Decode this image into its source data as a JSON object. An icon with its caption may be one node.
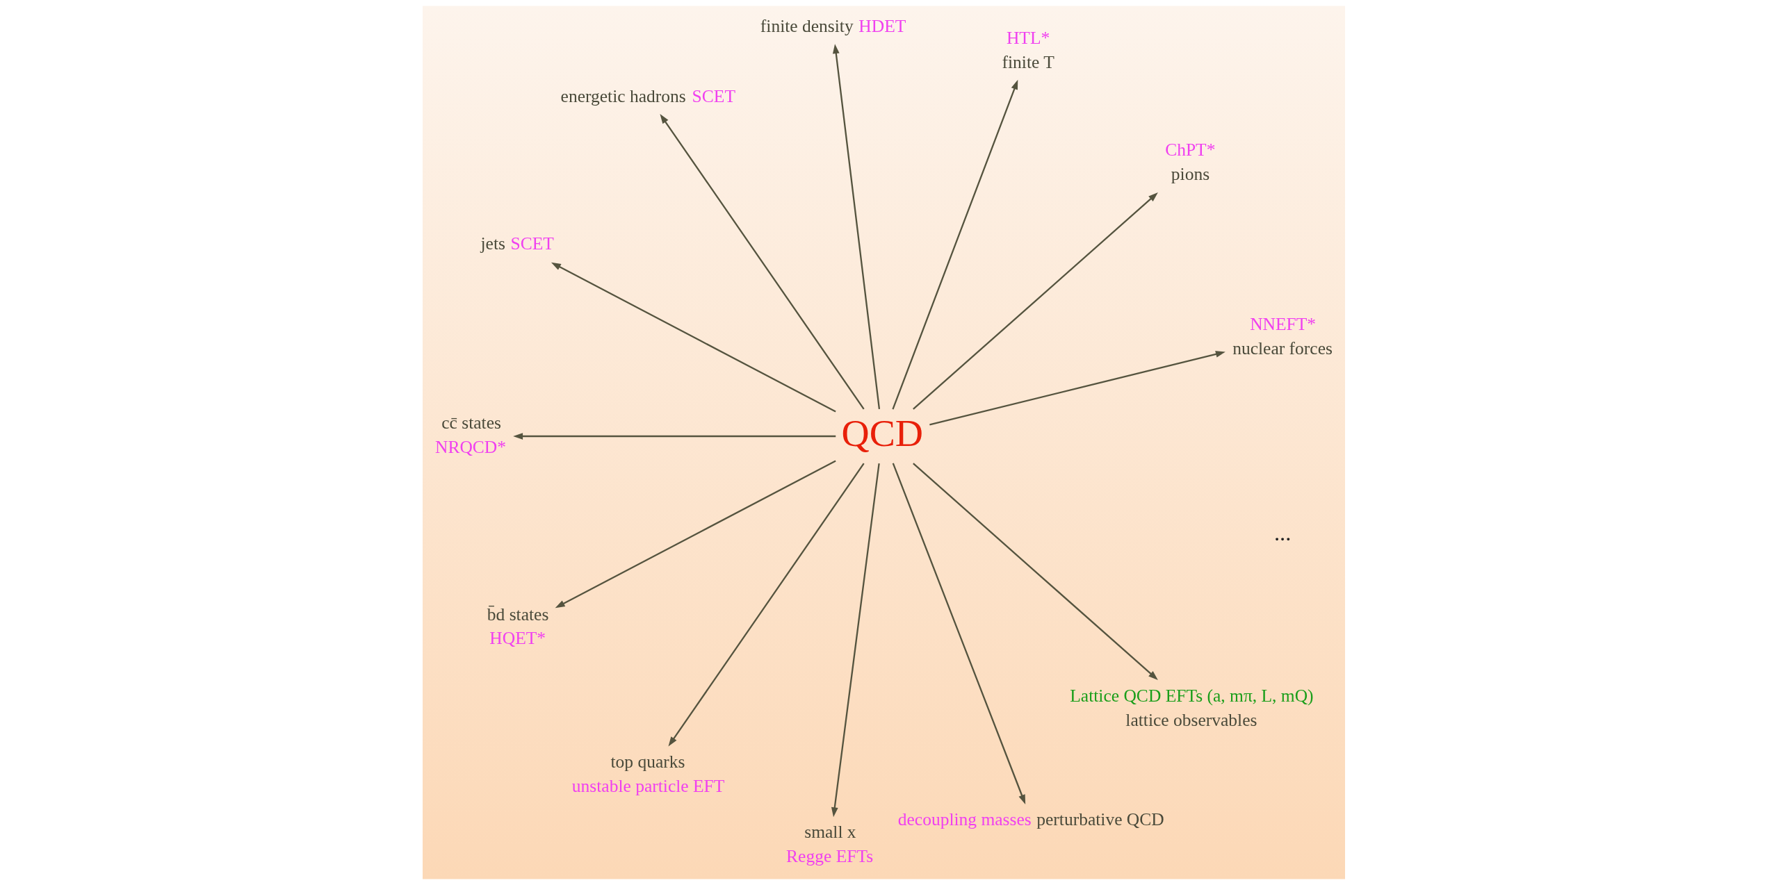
{
  "diagram": {
    "nodes": [
      {
        "text": [
          "QCD"
        ]
      },
      {
        "text": [
          "nuclear forces"
        ],
        "beside": [
          "NNEFT*"
        ]
      },
      {
        "text": [
          "pions"
        ],
        "beside": [
          "ChPT*"
        ]
      },
      {
        "text": [
          "finite T"
        ],
        "beside": [
          "HTL*"
        ]
      },
      {
        "text": [
          "finite density"
        ],
        "beside": [
          "HDET"
        ]
      },
      {
        "text": [
          "energetic hadrons"
        ],
        "beside": [
          "SCET"
        ]
      },
      {
        "text": [
          "jets"
        ],
        "beside": [
          "SCET"
        ]
      },
      {
        "text": [
          "cc̄ states"
        ],
        "beside": [
          "NRQCD*"
        ]
      },
      {
        "text": [
          "b̄d states"
        ],
        "beside": [
          "HQET*"
        ]
      },
      {
        "text": [
          "top quarks"
        ],
        "beside": [
          "unstable particle EFT"
        ]
      },
      {
        "text": [
          "small x"
        ],
        "beside": [
          "Regge EFTs"
        ]
      },
      {
        "text": [
          "perturbative QCD"
        ],
        "beside": [
          "decoupling masses"
        ]
      },
      {
        "text": [
          "lattice observables"
        ],
        "beside": [
          "Lattice QCD EFTs (a, mπ, L, mQ)"
        ]
      }
    ],
    "edges": [
      {
        "from": 0,
        "to": 1,
        "arrow": "to"
      },
      {
        "from": 0,
        "to": 2,
        "arrow": "to"
      },
      {
        "from": 0,
        "to": 3,
        "arrow": "to"
      },
      {
        "from": 0,
        "to": 4,
        "arrow": "to"
      },
      {
        "from": 0,
        "to": 5,
        "arrow": "to"
      },
      {
        "from": 0,
        "to": 6,
        "arrow": "to"
      },
      {
        "from": 0,
        "to": 7,
        "arrow": "to"
      },
      {
        "from": 0,
        "to": 8,
        "arrow": "to"
      },
      {
        "from": 0,
        "to": 9,
        "arrow": "to"
      },
      {
        "from": 0,
        "to": 10,
        "arrow": "to"
      },
      {
        "from": 0,
        "to": 11,
        "arrow": "to"
      },
      {
        "from": 0,
        "to": 12,
        "arrow": "to"
      }
    ],
    "labels": [
      "..."
    ]
  }
}
